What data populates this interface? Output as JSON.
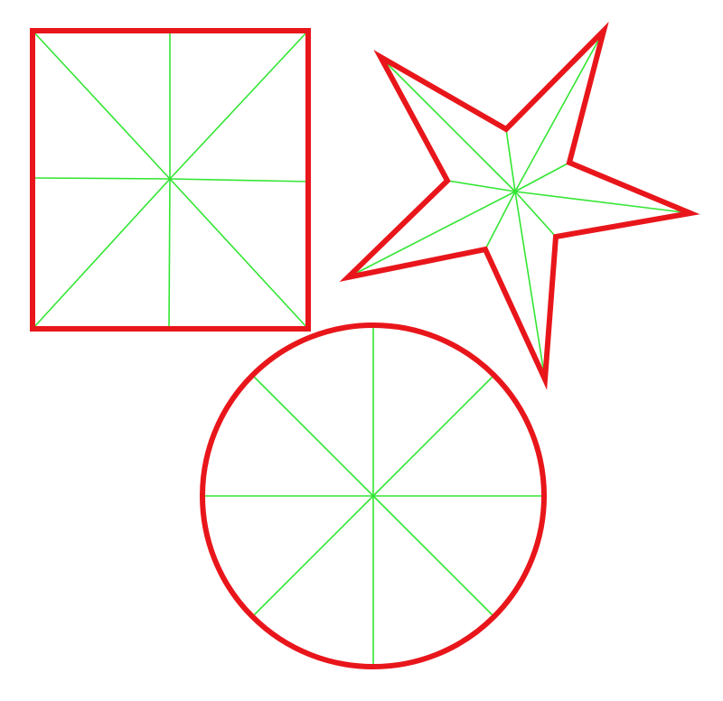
{
  "colors": {
    "background": "#ffffff",
    "outline": "#e8161b",
    "spokes": "#33e633"
  },
  "shapes": [
    {
      "kind": "rectangle",
      "label": ""
    },
    {
      "kind": "star",
      "label": ""
    },
    {
      "kind": "circle",
      "label": ""
    }
  ]
}
